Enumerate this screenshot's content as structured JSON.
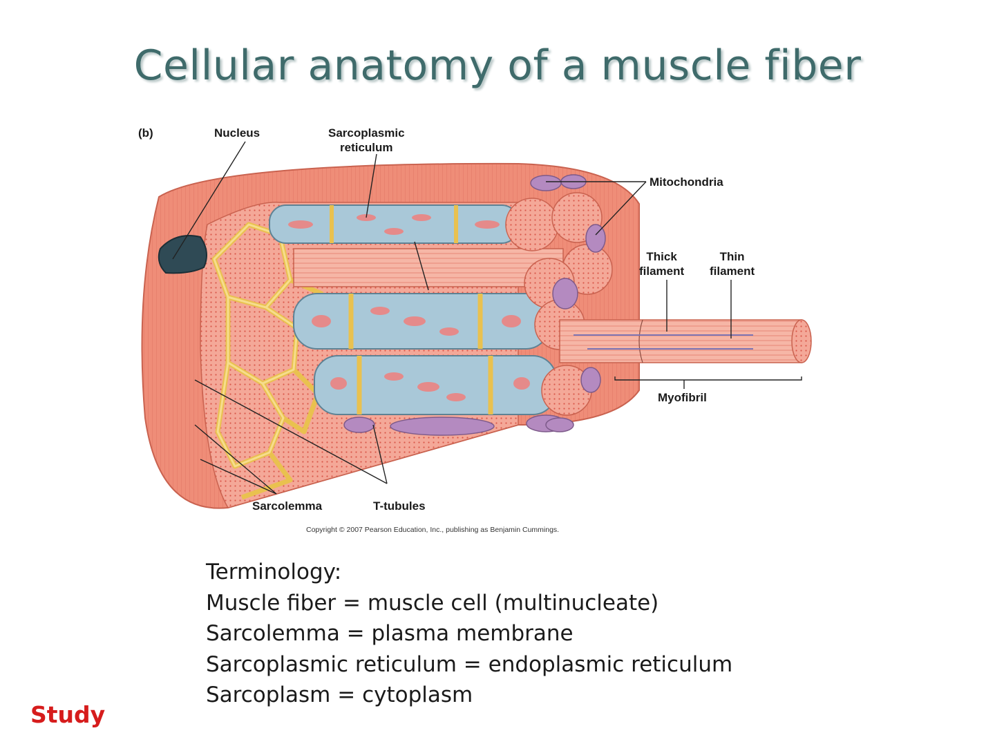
{
  "slide": {
    "title": "Cellular anatomy of a muscle fiber",
    "study_label": "Study"
  },
  "figure": {
    "panel_letter": "(b)",
    "labels": {
      "nucleus": "Nucleus",
      "sarcoplasmic_reticulum_line1": "Sarcoplasmic",
      "sarcoplasmic_reticulum_line2": "reticulum",
      "mitochondria": "Mitochondria",
      "thick_filament_line1": "Thick",
      "thick_filament_line2": "filament",
      "thin_filament_line1": "Thin",
      "thin_filament_line2": "filament",
      "myofibril": "Myofibril",
      "sarcolemma": "Sarcolemma",
      "t_tubules": "T-tubules"
    },
    "copyright": "Copyright © 2007 Pearson Education, Inc., publishing as Benjamin Cummings.",
    "colors": {
      "sarcolemma": "#ef8d78",
      "myofibril": "#f4a898",
      "sarcoplasmic_reticulum": "#a9c8d8",
      "t_tubule": "#f0d67a",
      "mitochondria": "#b48ac0",
      "nucleus": "#2f4a55"
    }
  },
  "terminology": {
    "heading": "Terminology:",
    "items": [
      "Muscle fiber = muscle cell (multinucleate)",
      "Sarcolemma = plasma membrane",
      "Sarcoplasmic reticulum = endoplasmic reticulum",
      "Sarcoplasm = cytoplasm"
    ]
  }
}
